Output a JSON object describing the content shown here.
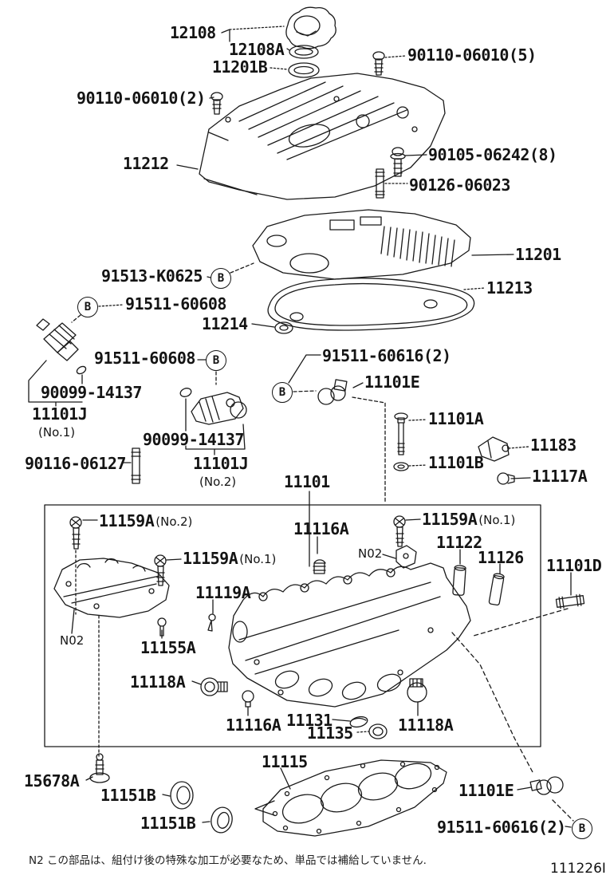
{
  "figure": {
    "connector_label": "B",
    "note": "N2 この部品は、組付け後の特殊な加工が必要なため、単品では補給していません.",
    "code": "111226I"
  },
  "callouts": [
    {
      "text": "12108"
    },
    {
      "text": "12108A"
    },
    {
      "text": "11201B"
    },
    {
      "text": "90110-06010(5)"
    },
    {
      "text": "90110-06010(2)"
    },
    {
      "text": "11212"
    },
    {
      "text": "90105-06242(8)"
    },
    {
      "text": "90126-06023"
    },
    {
      "text": "11201"
    },
    {
      "text": "11213"
    },
    {
      "text": "91513-K0625"
    },
    {
      "text": "91511-60608"
    },
    {
      "text": "91511-60608"
    },
    {
      "text": "11214"
    },
    {
      "text": "91511-60616(2)"
    },
    {
      "text": "11101E"
    },
    {
      "text": "90099-14137"
    },
    {
      "text": "11101J",
      "sub": "(No.1)"
    },
    {
      "text": "90099-14137"
    },
    {
      "text": "11101J",
      "sub": "(No.2)"
    },
    {
      "text": "90116-06127"
    },
    {
      "text": "11101A"
    },
    {
      "text": "11183"
    },
    {
      "text": "11101B"
    },
    {
      "text": "11117A"
    },
    {
      "text": "11101"
    },
    {
      "text": "11159A",
      "sub": "(No.2)"
    },
    {
      "text": "11159A",
      "sub": "(No.1)"
    },
    {
      "text": "11159A",
      "sub": "(No.1)"
    },
    {
      "text": "11116A"
    },
    {
      "text": "N02"
    },
    {
      "text": "11122"
    },
    {
      "text": "11126"
    },
    {
      "text": "11101D"
    },
    {
      "text": "11119A"
    },
    {
      "text": "N02"
    },
    {
      "text": "11155A"
    },
    {
      "text": "11118A"
    },
    {
      "text": "11116A"
    },
    {
      "text": "11131"
    },
    {
      "text": "11135"
    },
    {
      "text": "11118A"
    },
    {
      "text": "11115"
    },
    {
      "text": "15678A"
    },
    {
      "text": "11151B"
    },
    {
      "text": "11151B"
    },
    {
      "text": "11101E"
    },
    {
      "text": "91511-60616(2)"
    }
  ]
}
